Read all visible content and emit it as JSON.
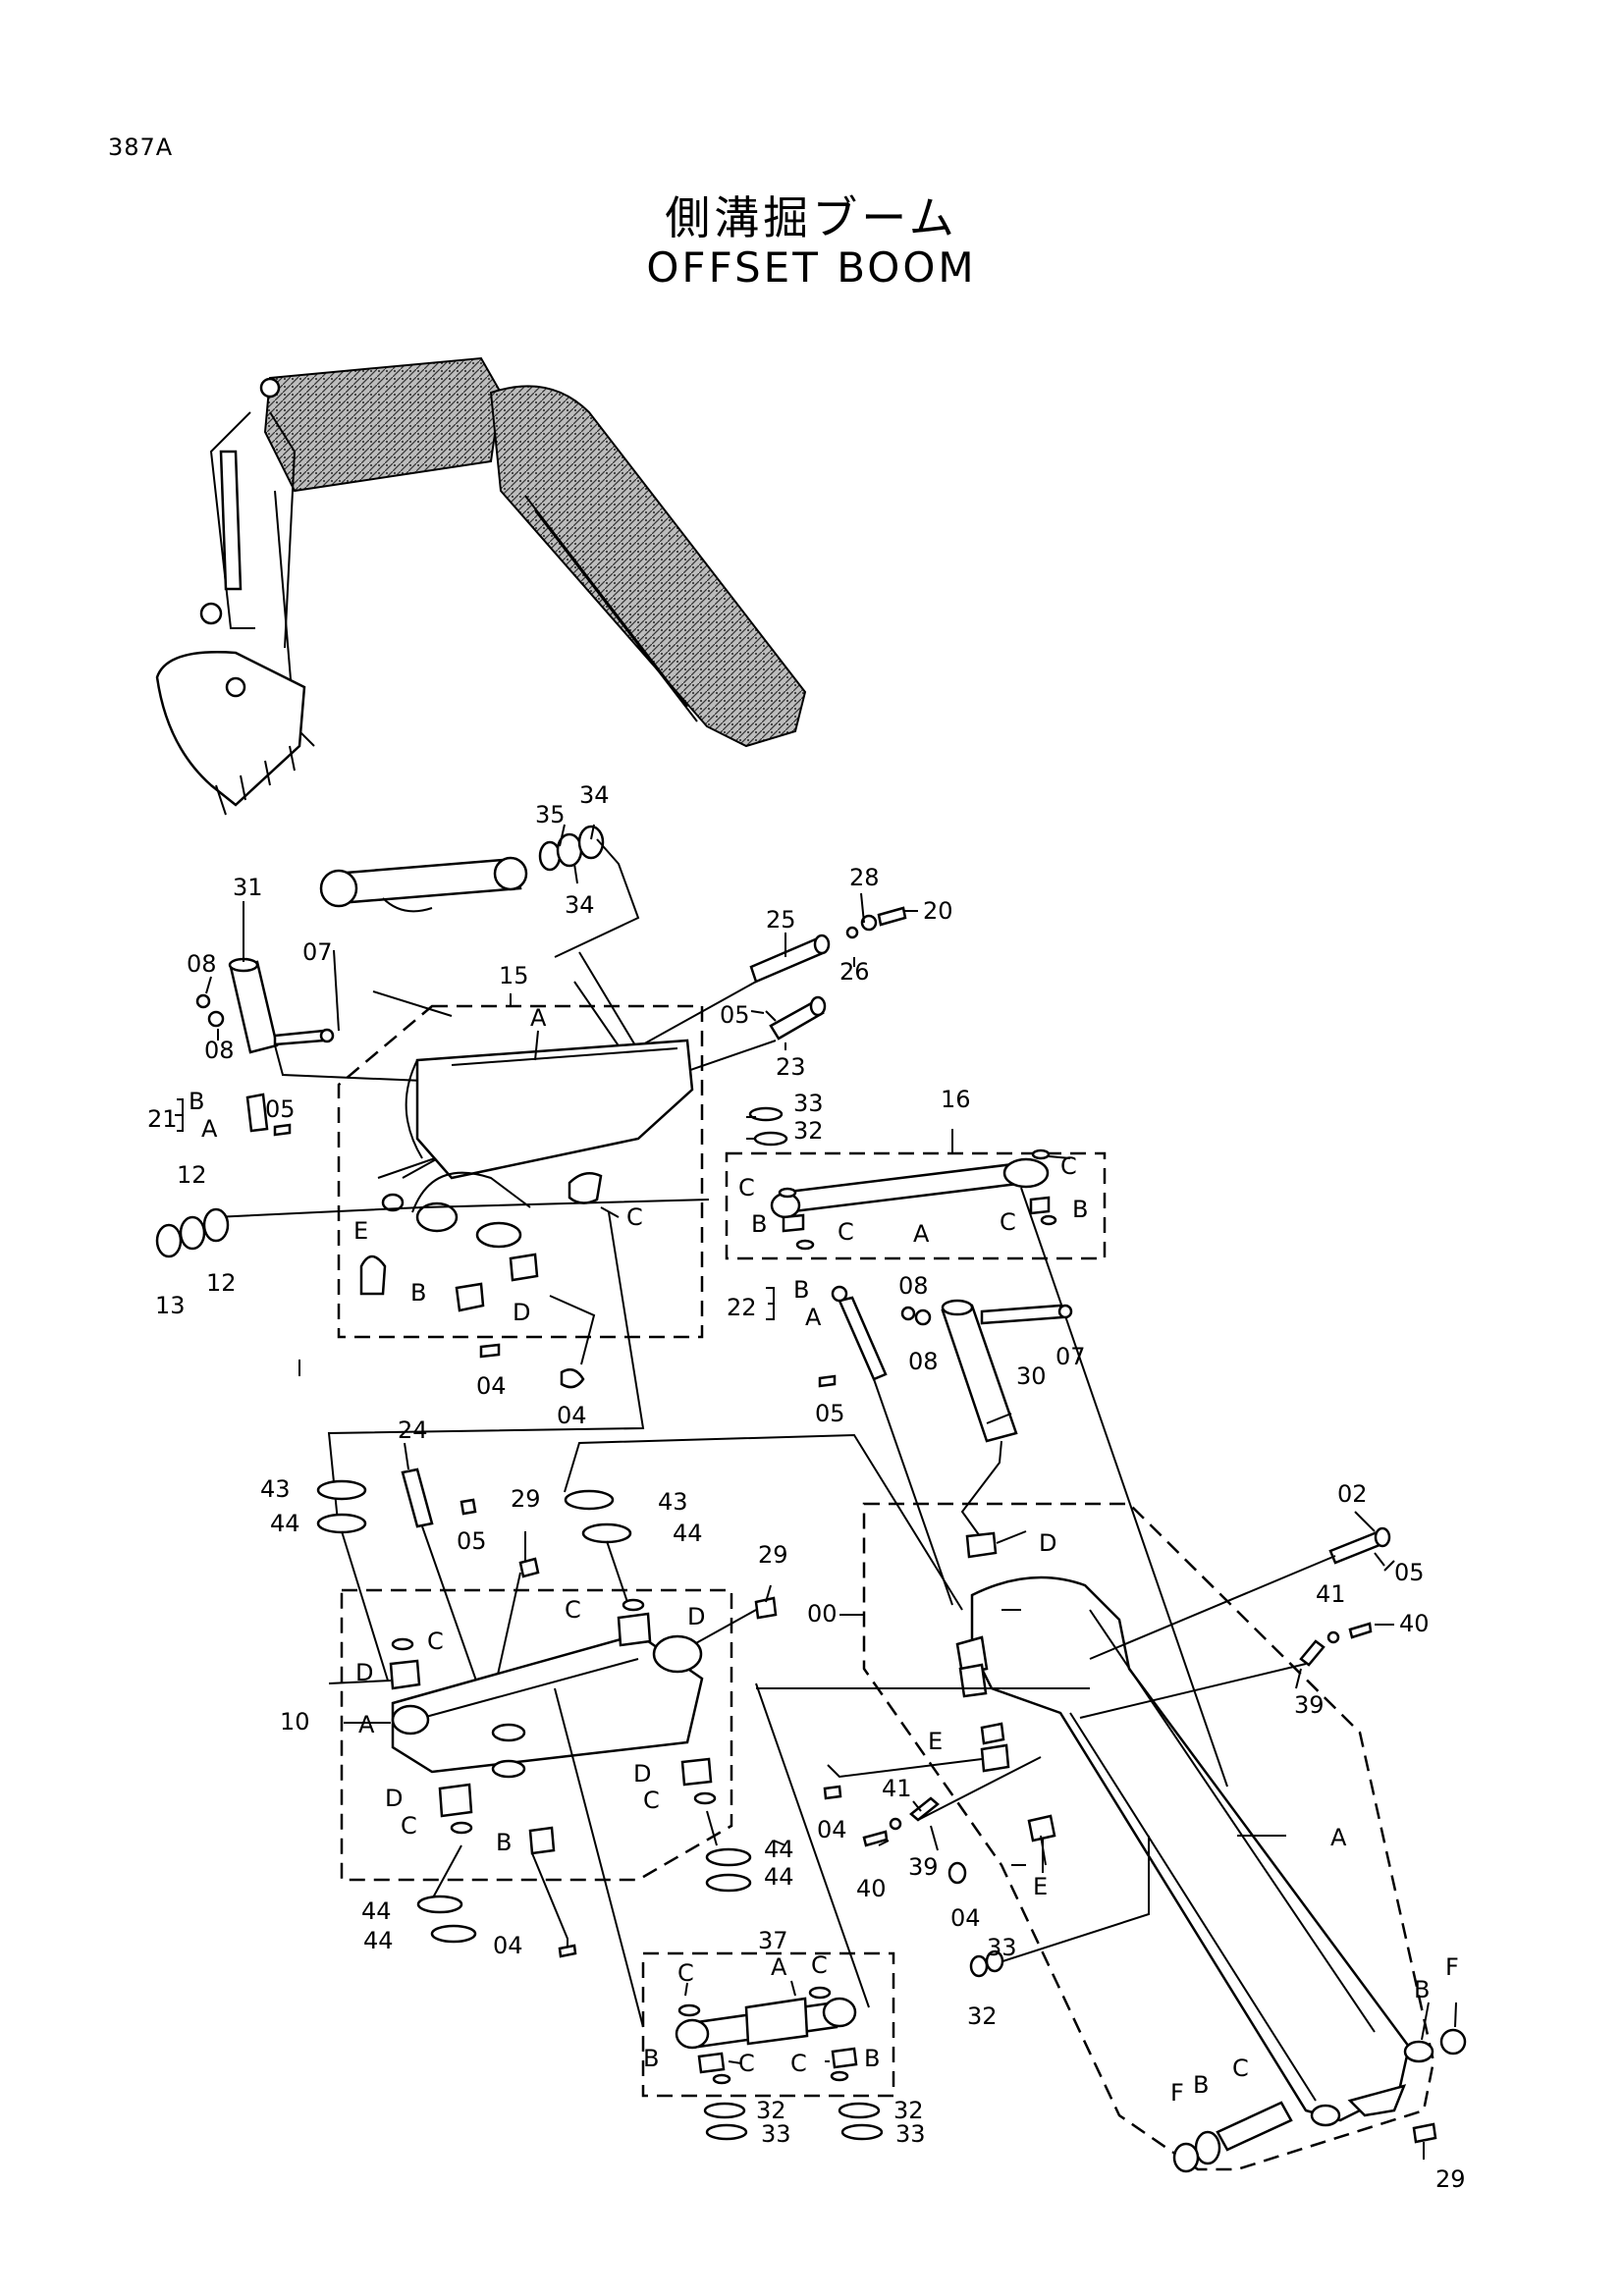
{
  "header": {
    "page_code": "387A",
    "title_jp": "側溝掘ブーム",
    "title_en": "OFFSET BOOM"
  },
  "labels": {
    "n00": "00",
    "n02": "02",
    "n04": "04",
    "n05": "05",
    "n07": "07",
    "n08": "08",
    "n10": "10",
    "n12": "12",
    "n13": "13",
    "n15": "15",
    "n16": "16",
    "n20": "20",
    "n21": "21",
    "n22": "22",
    "n23": "23",
    "n24": "24",
    "n25": "25",
    "n26": "26",
    "n28": "28",
    "n29": "29",
    "n30": "30",
    "n31": "31",
    "n32": "32",
    "n33": "33",
    "n34": "34",
    "n35": "35",
    "n37": "37",
    "n39": "39",
    "n40": "40",
    "n41": "41",
    "n43": "43",
    "n44": "44",
    "A": "A",
    "B": "B",
    "C": "C",
    "D": "D",
    "E": "E",
    "F": "F"
  }
}
